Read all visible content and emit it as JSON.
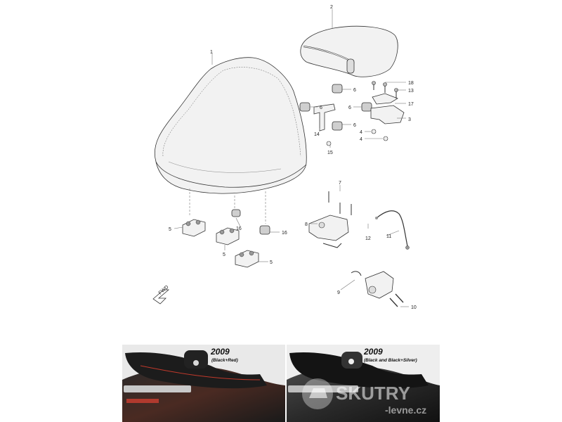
{
  "callouts": [
    "1",
    "2",
    "18",
    "13",
    "6",
    "6",
    "17",
    "6",
    "6",
    "3",
    "4",
    "4",
    "14",
    "15",
    "7",
    "8",
    "12",
    "11",
    "5",
    "16",
    "16",
    "5",
    "5",
    "9",
    "10"
  ],
  "fwd_label": "FWD",
  "photos": [
    {
      "year": "2009",
      "variant": "(Black+Red)"
    },
    {
      "year": "2009",
      "variant": "(Black and Black+Silver)"
    }
  ],
  "watermark": {
    "brand": "SKUTRY",
    "domain": "-levne.cz"
  }
}
